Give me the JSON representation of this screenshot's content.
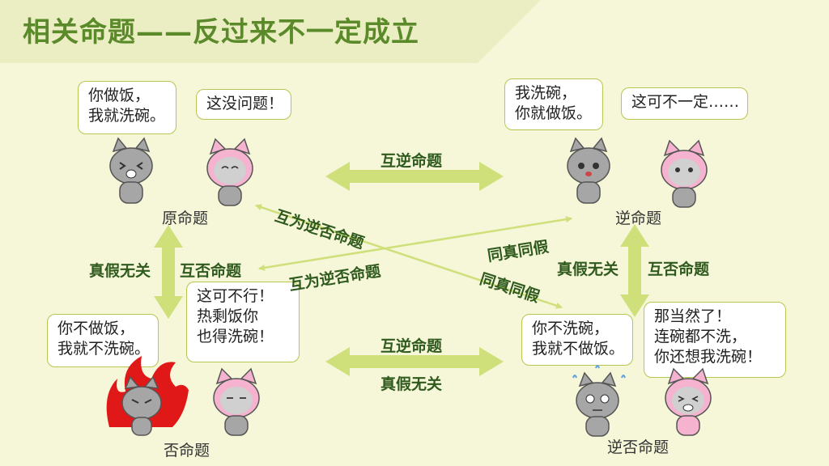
{
  "title": "相关命题——反过来不一定成立",
  "bubbles": {
    "orig_boy": "你做饭，\n我就洗碗。",
    "orig_girl": "这没问题！",
    "conv_boy": "我洗碗，\n你就做饭。",
    "conv_girl": "这可不一定……",
    "inv_boy": "你不做饭，\n我就不洗碗。",
    "inv_girl": "这可不行！\n热剩饭你\n也得洗碗！",
    "contra_boy": "你不洗碗，\n我就不做饭。",
    "contra_girl": "那当然了！\n连碗都不洗，\n你还想我洗碗！"
  },
  "labels": {
    "original": "原命题",
    "converse": "逆命题",
    "inverse": "否命题",
    "contrapositive": "逆否命题"
  },
  "relations": {
    "top_converse": "互逆命题",
    "bottom_converse": "互逆命题",
    "bottom_unrelated": "真假无关",
    "left_unrelated": "真假无关",
    "left_inverse": "互否命题",
    "right_unrelated": "真假无关",
    "right_inverse": "互否命题",
    "diag_contra_a": "互为逆否命题",
    "diag_contra_b": "互为逆否命题",
    "diag_same_a": "同真同假",
    "diag_same_b": "同真同假"
  },
  "colors": {
    "background": "#f6f6d8",
    "banner": "#ebeec3",
    "title": "#5a8a2a",
    "arrow": "#cfe07a",
    "bubble_border": "#b7c64f",
    "relation_text": "#2f5a1e",
    "cat_gray": "#a6a6a6",
    "cat_pink": "#f6b3cf"
  }
}
